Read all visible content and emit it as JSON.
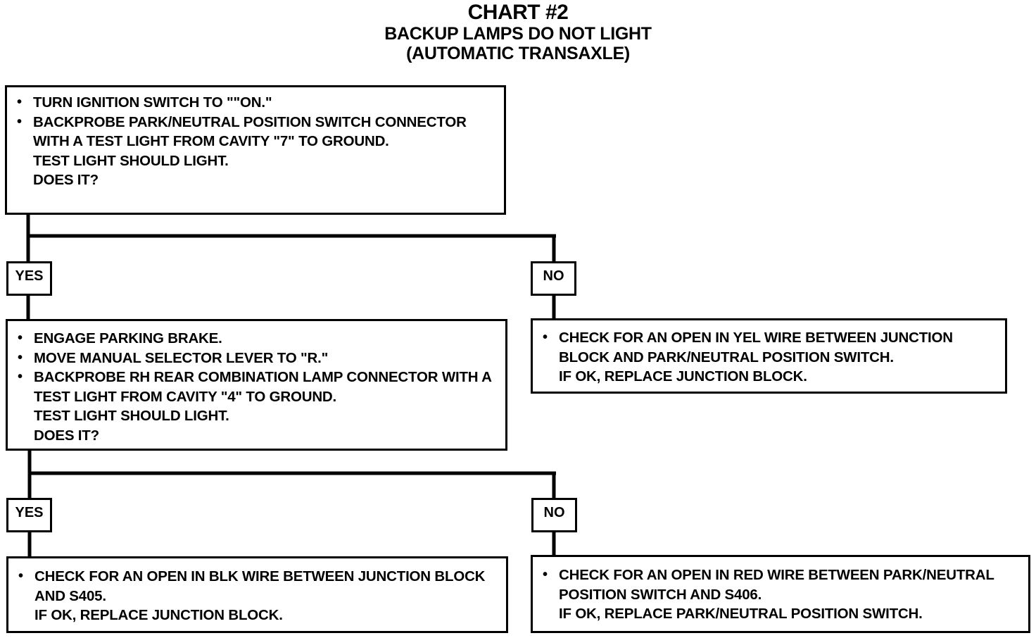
{
  "header": {
    "title": "CHART #2",
    "subtitle_line1": "BACKUP LAMPS DO NOT LIGHT",
    "subtitle_line2": "(AUTOMATIC TRANSAXLE)"
  },
  "step1": {
    "bullets": [
      "TURN IGNITION SWITCH TO \"\"ON.\"",
      "BACKPROBE PARK/NEUTRAL POSITION SWITCH CONNECTOR WITH A TEST LIGHT FROM CAVITY \"7\" TO GROUND."
    ],
    "lines": [
      "TEST LIGHT SHOULD LIGHT.",
      "DOES IT?"
    ]
  },
  "branch1": {
    "yes_label": "YES",
    "no_label": "NO"
  },
  "no1": {
    "bullets": [
      "CHECK FOR AN OPEN IN YEL WIRE BETWEEN JUNCTION BLOCK AND PARK/NEUTRAL POSITION SWITCH."
    ],
    "lines": [
      "IF OK, REPLACE JUNCTION BLOCK."
    ]
  },
  "step2": {
    "bullets": [
      "ENGAGE PARKING BRAKE.",
      "MOVE MANUAL SELECTOR LEVER TO \"R.\"",
      "BACKPROBE RH REAR COMBINATION LAMP CONNECTOR WITH A TEST LIGHT FROM CAVITY \"4\" TO GROUND."
    ],
    "lines": [
      "TEST LIGHT SHOULD LIGHT.",
      "DOES IT?"
    ]
  },
  "branch2": {
    "yes_label": "YES",
    "no_label": "NO"
  },
  "yes2": {
    "bullets": [
      "CHECK FOR AN OPEN IN BLK WIRE BETWEEN JUNCTION BLOCK AND S405."
    ],
    "lines": [
      "IF OK, REPLACE JUNCTION BLOCK."
    ]
  },
  "no2": {
    "bullets": [
      "CHECK FOR AN OPEN IN RED WIRE BETWEEN PARK/NEUTRAL POSITION SWITCH AND S406."
    ],
    "lines": [
      "IF OK, REPLACE PARK/NEUTRAL POSITION SWITCH."
    ]
  }
}
